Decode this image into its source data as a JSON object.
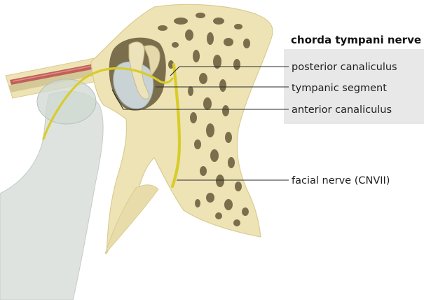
{
  "labels": {
    "heading": "chorda tympani nerve",
    "posterior": "posterior canaliculus",
    "tympanic": "tympanic segment",
    "anterior": "anterior canaliculus",
    "facial": "facial nerve (CNVII)"
  },
  "colors": {
    "bone": "#eee3b4",
    "bone_outline": "#d9cc93",
    "cavity": "#7a6e4c",
    "nerve": "#d8cc2c",
    "artery": "#c0605a",
    "joint": "#d8dcd8",
    "label_box": "#e8e8e8"
  }
}
